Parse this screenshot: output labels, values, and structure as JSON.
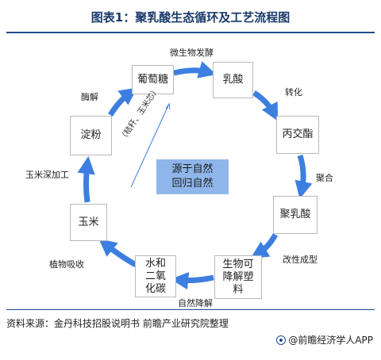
{
  "title": "图表1：聚乳酸生态循环及工艺流程图",
  "nodes": {
    "glucose": "葡萄糖",
    "lactic_acid": "乳酸",
    "lactide": "丙交酯",
    "pla": "聚乳酸",
    "biodegradable_plastic": "生物可降解塑料",
    "water_co2": "水和二氧化碳",
    "corn": "玉米",
    "starch": "淀粉"
  },
  "steps": {
    "microbial_fermentation": "微生物发酵",
    "conversion": "转化",
    "polymerization": "聚合",
    "modification": "改性成型",
    "natural_degradation": "自然降解",
    "plant_absorption": "植物吸收",
    "corn_processing": "玉米深加工",
    "enzymolysis": "酶解"
  },
  "center": {
    "line1": "源于自然",
    "line2": "回归自然"
  },
  "diagonal_note": "（秸秆、玉米芯）",
  "source": "资料来源：金丹科技招股说明书 前瞻产业研究院整理",
  "brand": "@前瞻经济学人APP",
  "colors": {
    "arrow": "#3d7fe0",
    "center_box": "#8fb6ea",
    "title": "#1a3a6b"
  }
}
